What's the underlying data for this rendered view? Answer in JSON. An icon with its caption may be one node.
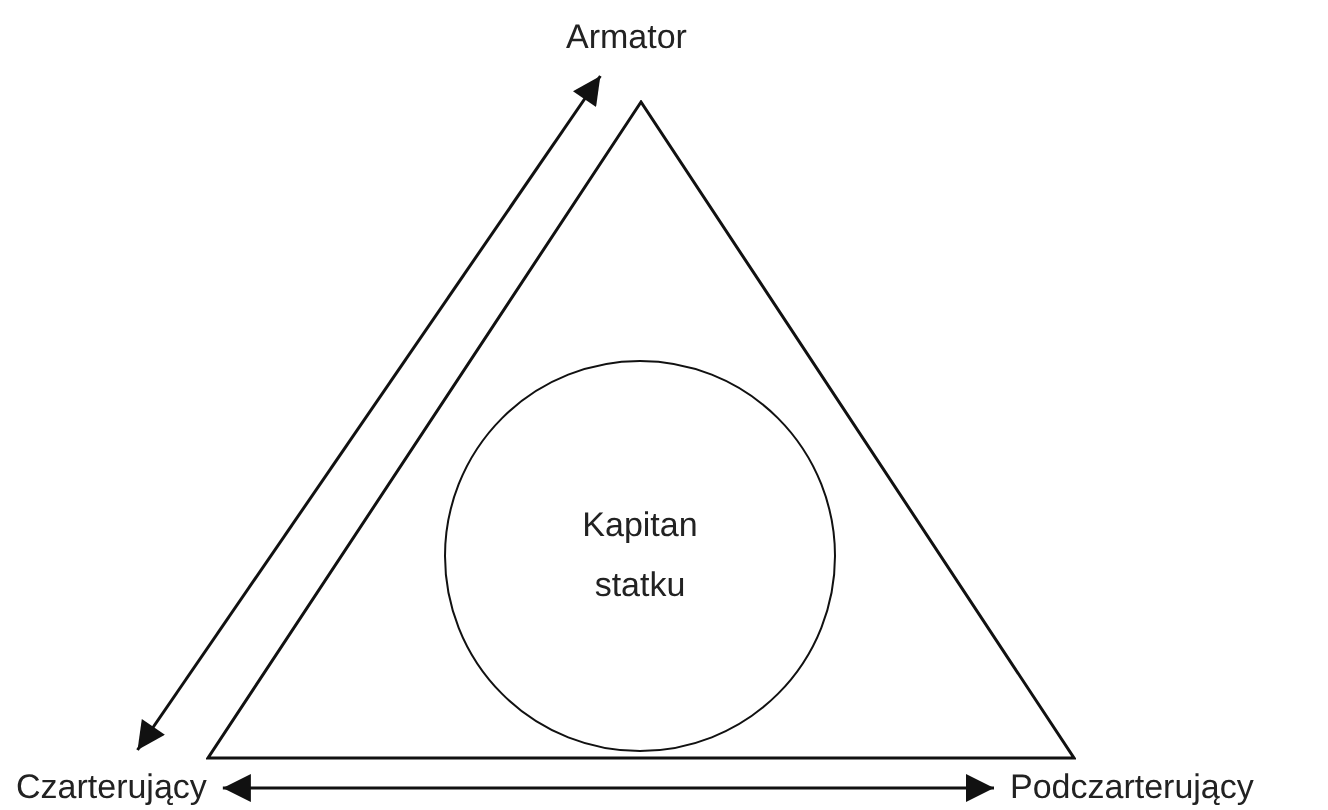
{
  "diagram": {
    "nodes": [
      {
        "text": [
          "Armator"
        ]
      },
      {
        "text": [],
        "shape": "triangle"
      },
      {
        "text": [
          "Kapitan statku"
        ],
        "in": 1
      },
      {
        "text": [
          "Czarterujący"
        ]
      },
      {
        "text": [
          "Podczarterujący"
        ]
      }
    ],
    "edges": [
      {
        "from": 3,
        "to": 0,
        "arrow": "both"
      },
      {
        "from": 3,
        "to": 4,
        "arrow": "both"
      }
    ]
  }
}
